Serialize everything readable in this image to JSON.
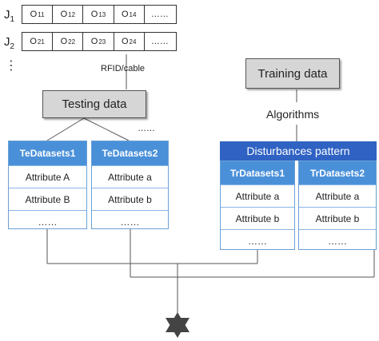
{
  "jobs": [
    {
      "label": "J",
      "sub": "1",
      "ops": [
        {
          "o": "O",
          "sub": "11"
        },
        {
          "o": "O",
          "sub": "12"
        },
        {
          "o": "O",
          "sub": "13"
        },
        {
          "o": "O",
          "sub": "14"
        },
        {
          "o": "……",
          "sub": ""
        }
      ]
    },
    {
      "label": "J",
      "sub": "2",
      "ops": [
        {
          "o": "O",
          "sub": "21"
        },
        {
          "o": "O",
          "sub": "22"
        },
        {
          "o": "O",
          "sub": "23"
        },
        {
          "o": "O",
          "sub": "24"
        },
        {
          "o": "……",
          "sub": ""
        }
      ]
    }
  ],
  "vertical_ellipsis": "⋮",
  "rfid_label": "RFID/cable",
  "testing_data": "Testing data",
  "training_data": "Training data",
  "algorithms": "Algorithms",
  "te_ellipsis": "……",
  "disturbances": "Disturbances pattern",
  "te_tables": [
    {
      "header": "TeDatasets1",
      "rows": [
        "Attribute A",
        "Attribute B",
        "……"
      ]
    },
    {
      "header": "TeDatasets2",
      "rows": [
        "Attribute a",
        "Attribute b",
        "……"
      ]
    }
  ],
  "tr_tables": [
    {
      "header": "TrDatasets1",
      "rows": [
        "Attribute a",
        "Attribute b",
        "……"
      ]
    },
    {
      "header": "TrDatasets2",
      "rows": [
        "Attribute a",
        "Attribute b",
        "……"
      ]
    }
  ],
  "colors": {
    "table_header": "#4a90d9",
    "disturbance_bar": "#2f62c3",
    "gray_box": "#d6d6d6",
    "star": "#444444"
  },
  "icons": {
    "output": "six-pointed-star-icon"
  }
}
